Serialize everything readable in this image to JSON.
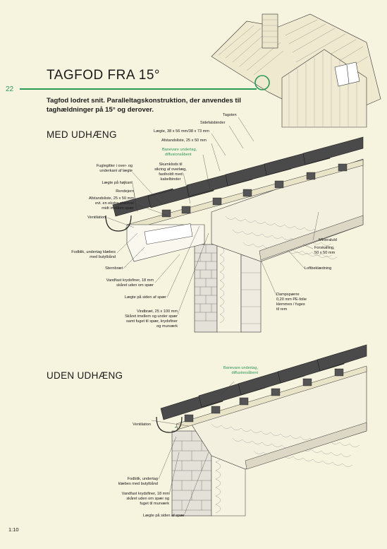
{
  "page_number": "22",
  "title": "TAGFOD FRA 15°",
  "intro": "Tagfod lodret snit. Paralleltagskonstruktion, der anvendes til taghældninger på 15° og derover.",
  "section_with": "MED UDHÆNG",
  "section_without": "UDEN UDHÆNG",
  "labels_with": {
    "tagsten": "Tagsten",
    "sidefalsbinder": "Sidefalsbinder",
    "laegte": "Lægte, 38 x 56 mm/38 x 73 mm",
    "afstandsliste": "Afstandsliste, 25 x 50 mm",
    "banevare_1": "Banevare undertag,",
    "banevare_2": "diffusionsåbent",
    "skumklods_1": "Skumklods til",
    "skumklods_2": "sikring af overlæg,",
    "skumklods_3": "fastholdt med",
    "skumklods_4": "kabelbinder",
    "fuglegitter_1": "Fuglegitter i over- og",
    "fuglegitter_2": "underkant af lægte",
    "laegte_hojkant": "Lægte på højkant",
    "rendejern": "Rendejern",
    "afstandsliste_spaer_1": "Afstandsliste, 25 x 50 mm",
    "afstandsliste_spaer_2": "evt. en ekstra placeret",
    "afstandsliste_spaer_3": "midt imellem spær",
    "ventilation": "Ventilation",
    "fodblik_1": "Fodblik, undertag klæbes",
    "fodblik_2": "med butylbånd",
    "sternbraet": "Sternbræt",
    "vandfast_1": "Vandfast krydsfiner, 18 mm",
    "vandfast_2": "skåret uden om spær",
    "laegte_siden": "Lægte på siden af spær",
    "vindbraet_1": "Vindbræt, 25 x 100 mm",
    "vindbraet_2": "Skåret imellem og under spær",
    "vindbraet_3": "samt fuget til spær, krydsfiner",
    "vindbraet_4": "og murværk",
    "mineraluld": "Mineraluld",
    "forskalling_1": "Forskalling,",
    "forskalling_2": "50 x 50 mm",
    "loftbeklaedning": "Loftbeklædning",
    "dampspaerre_1": "Dampspærre",
    "dampspaerre_2": "0,20 mm PE-folie",
    "dampspaerre_3": "klemmes / fuges",
    "dampspaerre_4": "til rem"
  },
  "labels_without": {
    "banevare_1": "Banevare undertag,",
    "banevare_2": "diffusionsåbent",
    "ventilation": "Ventilation",
    "fodblik_1": "Fodblik, undertag",
    "fodblik_2": "klæbes med butylbånd",
    "vandfast_1": "Vandfast krydsfiner, 18 mm",
    "vandfast_2": "skåret uden om spær og",
    "vandfast_3": "fuget til murværk",
    "laegte_siden": "Lægte på siden af spær"
  },
  "footer": "1:10",
  "colors": {
    "accent_green": "#2a9a55",
    "background": "#f6f3df",
    "roof_tile": "#4a4a4a",
    "brick": "#e4e2d8",
    "insulation": "#f4f0e0"
  }
}
